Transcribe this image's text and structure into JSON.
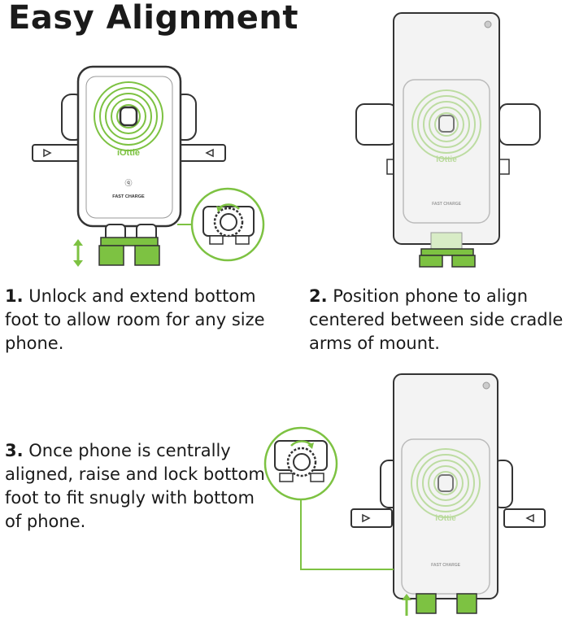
{
  "title": "Easy Alignment",
  "colors": {
    "accent": "#7dc242",
    "accent_dark": "#5a9a22",
    "outline": "#333333",
    "phone_fill": "#f3f3f3"
  },
  "brand": {
    "logo_text": "iOttie",
    "badge_text": "FAST CHARGE"
  },
  "steps": [
    {
      "number": "1.",
      "text": "Unlock and extend bottom foot to allow room for any size phone."
    },
    {
      "number": "2.",
      "text": "Position phone to align centered between side cradle arms of mount."
    },
    {
      "number": "3.",
      "text": "Once phone is centrally aligned, raise and lock bottom foot to fit snugly with bottom of phone."
    }
  ]
}
